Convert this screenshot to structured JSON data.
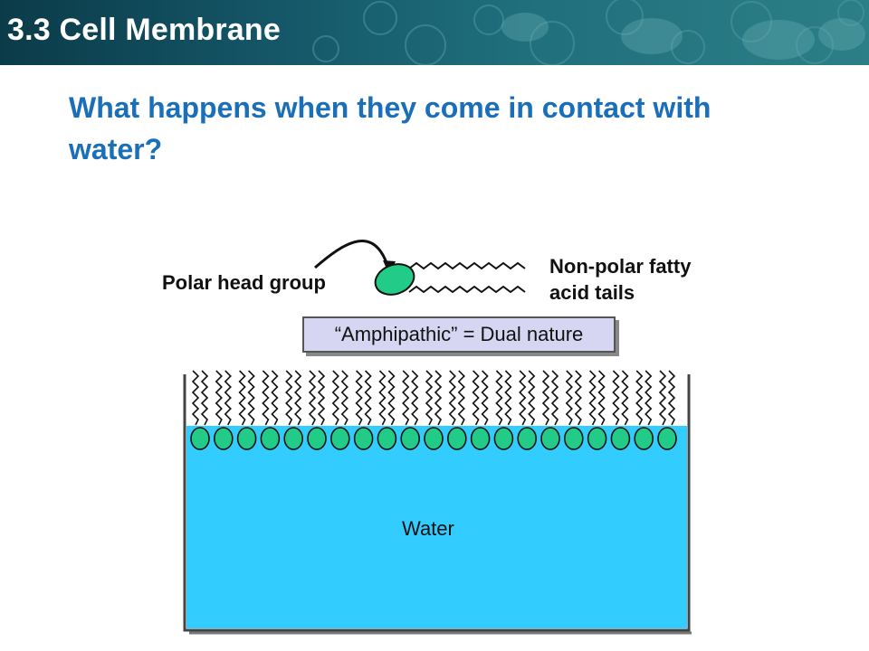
{
  "header": {
    "title": "3.3 Cell Membrane"
  },
  "question": "What happens when they come in contact with water?",
  "diagram": {
    "head_label": "Polar head group",
    "tail_label": "Non-polar fatty acid tails",
    "callout": "“Amphipathic” = Dual nature",
    "water_label": "Water",
    "colors": {
      "water": "#33ccff",
      "head": "#22cc88",
      "callout_bg": "#d6d6f2",
      "title": "#1a6fb8"
    }
  }
}
